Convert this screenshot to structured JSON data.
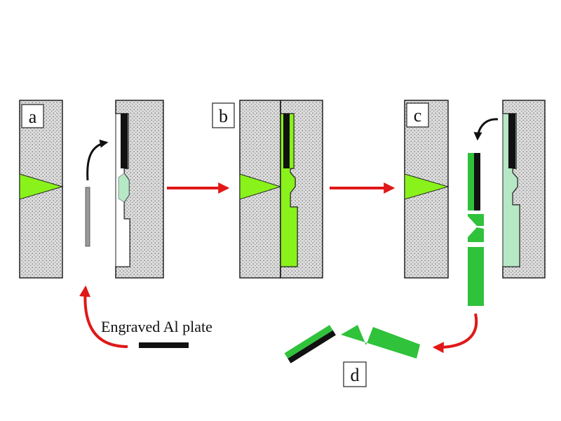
{
  "panels": {
    "a": {
      "label": "a"
    },
    "b": {
      "label": "b"
    },
    "c": {
      "label": "c"
    },
    "d": {
      "label": "d"
    }
  },
  "annotations": {
    "plate_label": "Engraved Al plate"
  },
  "colors": {
    "mold_fill": "#d9d9d9",
    "mold_stroke": "#222222",
    "bright_green": "#88f21a",
    "pale_green": "#b7e8c6",
    "part_green": "#2fc23a",
    "arrow_red": "#e01818",
    "black": "#111111",
    "gray_plate": "#9a9a9a"
  }
}
